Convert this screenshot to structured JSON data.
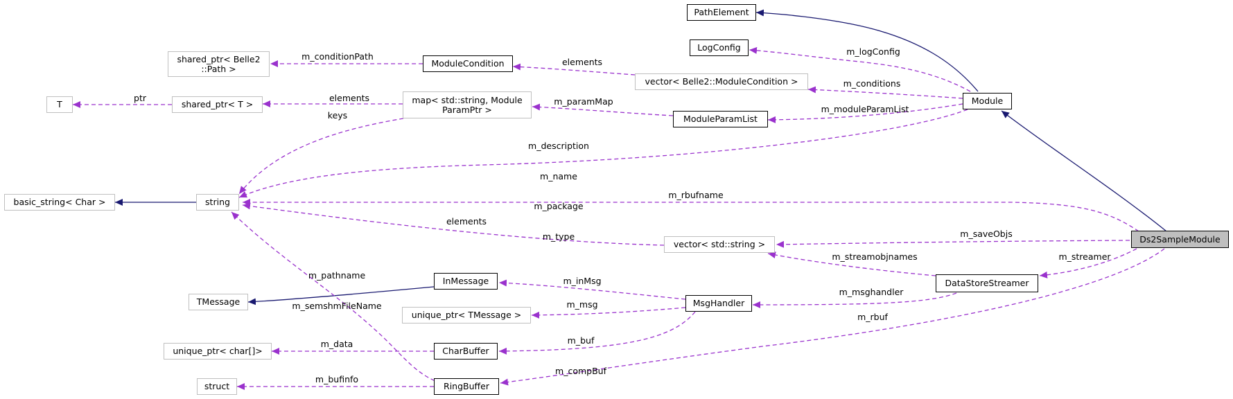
{
  "nodes": {
    "path_element": "PathElement",
    "log_config": "LogConfig",
    "shared_ptr_path": "shared_ptr< Belle2\n::Path >",
    "module_condition": "ModuleCondition",
    "vector_module_condition": "vector< Belle2::ModuleCondition >",
    "t": "T",
    "shared_ptr_t": "shared_ptr< T >",
    "map_param": "map< std::string, Module\nParamPtr >",
    "module_param_list": "ModuleParamList",
    "module": "Module",
    "basic_string": "basic_string< Char >",
    "string": "string",
    "vector_string": "vector< std::string >",
    "ds2sample_module": "Ds2SampleModule",
    "in_message": "InMessage",
    "tmessage": "TMessage",
    "data_store_streamer": "DataStoreStreamer",
    "unique_ptr_tmessage": "unique_ptr< TMessage >",
    "msg_handler": "MsgHandler",
    "unique_ptr_char": "unique_ptr< char[]>",
    "char_buffer": "CharBuffer",
    "struct": "struct",
    "ring_buffer": "RingBuffer"
  },
  "edge_labels": {
    "m_condition_path": "m_conditionPath",
    "elements_condition": "elements",
    "m_log_config": "m_logConfig",
    "m_conditions": "m_conditions",
    "ptr": "ptr",
    "elements_shared": "elements",
    "m_param_map": "m_paramMap",
    "m_module_param_list": "m_moduleParamList",
    "keys": "keys",
    "module_strings": [
      "m_description",
      "m_name",
      "m_package",
      "m_type"
    ],
    "m_rbufname": "m_rbufname",
    "elements_vector": "elements",
    "m_save_objs": "m_saveObjs",
    "m_streamobjnames": "m_streamobjnames",
    "m_streamer": "m_streamer",
    "m_pathname": [
      "m_pathname",
      "m_semshmFileName"
    ],
    "m_in_msg": "m_inMsg",
    "m_msghandler": "m_msghandler",
    "m_msg": "m_msg",
    "m_buf": [
      "m_buf",
      "m_compBuf"
    ],
    "m_rbuf": "m_rbuf",
    "m_data": "m_data",
    "m_bufinfo": "m_bufinfo"
  },
  "colors": {
    "inheritance": "#191970",
    "usage": "#9a32cd",
    "external_border": "#bfbfbf",
    "documented_border": "#000000",
    "highlight_fill": "#bfbfbf"
  }
}
